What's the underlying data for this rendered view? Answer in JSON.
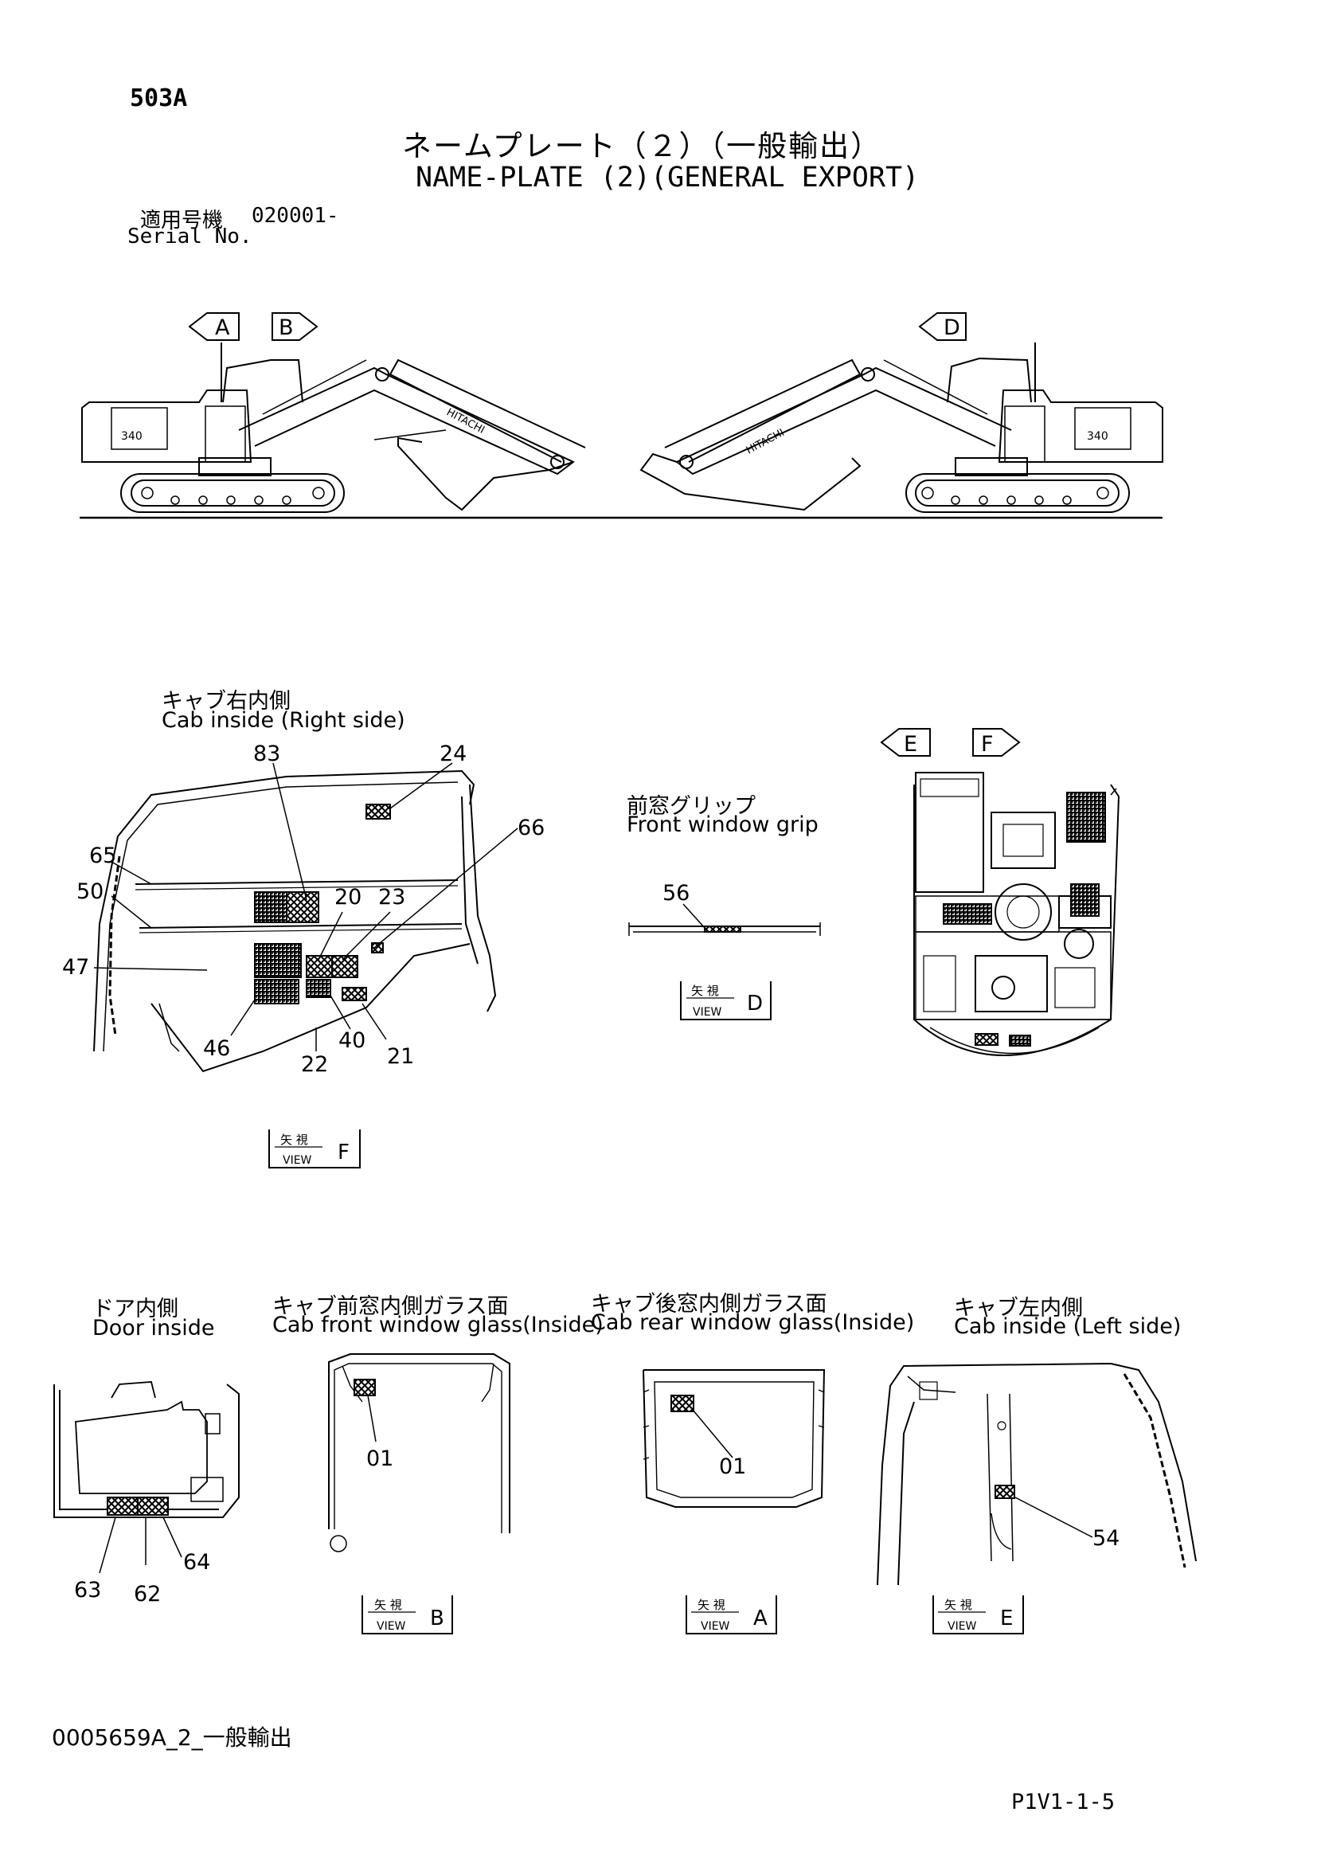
{
  "header": {
    "page_code": "503A",
    "title_jp": "ネームプレート（２）（一般輸出）",
    "title_en": "NAME-PLATE (2)(GENERAL EXPORT)",
    "serial_label_jp": "適用号機",
    "serial_value": "020001-",
    "serial_label_en": "Serial No."
  },
  "machine_views": {
    "left": {
      "view_a": "A",
      "view_b": "B"
    },
    "right": {
      "view_d": "D"
    }
  },
  "cab_right": {
    "title_jp": "キャブ右内側",
    "title_en": "Cab inside (Right side)",
    "callouts": [
      "83",
      "24",
      "66",
      "65",
      "50",
      "20",
      "23",
      "47",
      "46",
      "22",
      "40",
      "21"
    ],
    "view": {
      "jp": "矢 視",
      "en": "VIEW",
      "letter": "F"
    }
  },
  "front_grip": {
    "title_jp": "前窓グリップ",
    "title_en": "Front window grip",
    "callout": "56",
    "view": {
      "jp": "矢 視",
      "en": "VIEW",
      "letter": "D"
    }
  },
  "top_view": {
    "view_e": "E",
    "view_f": "F"
  },
  "door_inside": {
    "title_jp": "ドア内側",
    "title_en": "Door inside",
    "callouts": [
      "64",
      "63",
      "62"
    ]
  },
  "cab_front_glass": {
    "title_jp": "キャブ前窓内側ガラス面",
    "title_en": "Cab front window glass(Inside)",
    "callout": "01",
    "view": {
      "jp": "矢 視",
      "en": "VIEW",
      "letter": "B"
    }
  },
  "cab_rear_glass": {
    "title_jp": "キャブ後窓内側ガラス面",
    "title_en": "Cab rear window glass(Inside)",
    "callout": "01",
    "view": {
      "jp": "矢 視",
      "en": "VIEW",
      "letter": "A"
    }
  },
  "cab_left": {
    "title_jp": "キャブ左内側",
    "title_en": "Cab inside (Left side)",
    "callout": "54",
    "view": {
      "jp": "矢 視",
      "en": "VIEW",
      "letter": "E"
    }
  },
  "footer": {
    "doc_id": "0005659A_2_一般輸出",
    "page_ref": "P1V1-1-5"
  }
}
